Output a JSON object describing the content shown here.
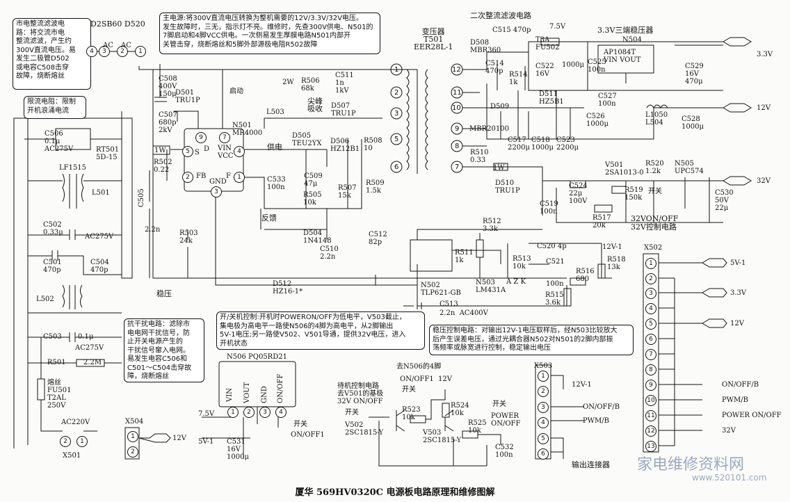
{
  "caption": "厦华 569HV0320C 电源板电路原理和维修图解",
  "section_titles": {
    "secondary": "二次整流滤波电路",
    "regulator33": "3.3V三端稳压器",
    "ctrl32": "32V控制电路",
    "output_conn": "输出连接器"
  },
  "notes": {
    "mains_filter": [
      "市电整流滤波电",
      "路：将交流市电",
      "整流滤波，产生约",
      "300V直流电压。易",
      "发生二极管D502",
      "或电容C508击穿",
      "故障，烧断熔丝"
    ],
    "limit": [
      "限流电阻：限制",
      "开机浪涌电流"
    ],
    "main_supply": [
      "主电源:将300V直流电压转换为整机需要的12V/3.3V/32V电压。",
      "发生故障时，三无，指示灯不亮。维修时，先查300V供电、N501的",
      "7脚启动和4脚VCC供电。一次侧易发生厚膜电路N501内部开",
      "关管击穿，烧断熔丝和5脚外部源极电阻R502故障"
    ],
    "emi": [
      "抗干扰电路：滤除市",
      "电电网干扰信号，防",
      "止开关电源产生的",
      "干扰信号窜入电网。",
      "易发生电容C506和",
      "C501～C504击穿故",
      "障，烧断熔丝"
    ],
    "onoff": [
      "开/关机控制:开机时POWERON/OFF为低电平，V503截止，",
      "集电极为高电平一路使N506的4脚为高电平，从2脚输出",
      "5V-1电压;另一路使V502、V501导通，提供32V电压，进入",
      "开机状态"
    ],
    "regulation": [
      "稳压控制电路：对输出12V-1电压取样后，经N503比较放大",
      "后产生误差电压，通过光耦合器N502对N501的2脚内部振",
      "荡频率或脉宽进行控制，稳定输出电压"
    ]
  },
  "labels": {
    "bridge": "D2SB60  D520",
    "ac": "AC",
    "c508": [
      "C508",
      "400V",
      "150μ"
    ],
    "d501": [
      "D501",
      "TRU1P"
    ],
    "qidong": "启动",
    "r506": [
      "R506",
      "68k"
    ],
    "c511": [
      "C511",
      "1n",
      "1kV"
    ],
    "jianfeng": [
      "尖峰",
      "吸收"
    ],
    "d507": [
      "D507",
      "TRU1P"
    ],
    "c507": [
      "C507",
      "680p",
      "2kV"
    ],
    "l503": "L503",
    "n501": [
      "N501",
      "MR4000"
    ],
    "d505": [
      "D505",
      "TEU2YX"
    ],
    "d506": [
      "D506",
      "HZ12B1"
    ],
    "r508": [
      "R508",
      "10"
    ],
    "gongdian": "供电",
    "r502": [
      "R502",
      "0.22"
    ],
    "onew": "1W",
    "twow": "2W",
    "vin": "VIN",
    "vcc": "VCC",
    "s": "S",
    "d": "D",
    "fb": "FB",
    "gnd": "GND",
    "f": "F",
    "c533": [
      "C533",
      "100n"
    ],
    "c509": [
      "C509",
      "47μ"
    ],
    "r505": [
      "R505",
      "10k"
    ],
    "r507": [
      "R507",
      "15k"
    ],
    "r509": [
      "R509",
      "1.5k"
    ],
    "fankui": "反馈",
    "d504": [
      "D504",
      "1N4148"
    ],
    "c510": [
      "C510",
      "2.2n"
    ],
    "c512": [
      "C512",
      "82p"
    ],
    "c505": [
      "C505",
      "2.2n"
    ],
    "r503": [
      "R503",
      "24k"
    ],
    "wenya": "稳压",
    "d512": [
      "D512",
      "HZ16-1*"
    ],
    "c513": [
      "C513",
      "2.2n",
      "AC400V"
    ],
    "t501": [
      "变压器",
      "T501",
      "EER28L-1"
    ],
    "d508": [
      "D508",
      "MBR360"
    ],
    "c515": "C515  470p",
    "c514": [
      "C514",
      "470p"
    ],
    "r514": [
      "R514",
      "1k"
    ],
    "d509": "D509",
    "d511": [
      "D511",
      "HZ5B1"
    ],
    "c522": [
      "C522",
      "16V"
    ],
    "t3a": [
      "T3A",
      "FU502"
    ],
    "v75": "7.5V",
    "c1000": "1000μ",
    "c525": [
      "C525",
      "100n"
    ],
    "n504": "N504",
    "ap1084": [
      "AP1084T",
      "VIN   VOUT"
    ],
    "c529": [
      "C529",
      "16V",
      "470μ"
    ],
    "out33": "3.3V",
    "c527": [
      "C527",
      "100n"
    ],
    "l1050": [
      "L1050",
      "L504"
    ],
    "out12": "12V",
    "c526": [
      "C526",
      "1000μ"
    ],
    "c528": [
      "C528",
      "1000μ"
    ],
    "mbr20100": "MBR20100",
    "c517": [
      "C517",
      "2200μ"
    ],
    "c518": [
      "C518",
      "1000μ"
    ],
    "c523": [
      "C523",
      "2200μ"
    ],
    "r510": [
      "R510",
      "0.33"
    ],
    "d510": [
      "D510",
      "TRU1P"
    ],
    "v501": [
      "V501",
      "2SA1013-0"
    ],
    "r520": [
      "R520",
      "1.2k"
    ],
    "n505": [
      "N505",
      "UPC574"
    ],
    "out32": "32V",
    "c524": [
      "C524",
      "22μ",
      "100V"
    ],
    "r519": [
      "R519",
      "150k"
    ],
    "kaiguan": "开关",
    "c519": [
      "C519",
      "100n"
    ],
    "r517": [
      "R517",
      "20k"
    ],
    "von": "32VON/OFF",
    "c530": [
      "C530",
      "50V",
      "22μ"
    ],
    "r512": [
      "R512",
      "3.3k"
    ],
    "r511": [
      "R511",
      "1k"
    ],
    "c520": "C520  4p",
    "v12_1": "12V-1",
    "r513": [
      "R513",
      "10k"
    ],
    "c521": "C521",
    "r518": [
      "R518",
      "13k"
    ],
    "r516": [
      "R516",
      "680"
    ],
    "n503": [
      "N503",
      "LM431A"
    ],
    "c521v": "100n",
    "r515": [
      "R515",
      "3.6k"
    ],
    "n502": [
      "N502",
      "TLP621-GB"
    ],
    "azk": [
      "A",
      "Z",
      "K"
    ],
    "c506": [
      "C506",
      "0.1μ",
      "AC275V"
    ],
    "rt501": [
      "RT501",
      "5D-15"
    ],
    "lf1515": "LF1515",
    "l501": "L501",
    "c502": [
      "C502",
      "0.33μ"
    ],
    "ac275v": "AC275V",
    "c501": [
      "C501",
      "470p"
    ],
    "c504": [
      "C504",
      "470p"
    ],
    "l502": "L502",
    "c503": [
      "C503",
      "0.1μ"
    ],
    "r501": "R501",
    "r501v": "2.2M",
    "fuse": [
      "熔丝",
      "FU501",
      "T2AL",
      "250V"
    ],
    "ac220": "AC220V",
    "x501": "X501",
    "n506": "N506  PQ05RD21",
    "n506pins": [
      "VIN",
      "VOUT",
      "GND",
      "ON/OFF"
    ],
    "v75b": "7.5V",
    "v5_1": "5V-1",
    "c531": [
      "C531",
      "16V",
      "1000μ"
    ],
    "onoff1": "ON/OFF1",
    "x504": "X504",
    "x504v": "12V",
    "v502note": [
      "待机控制电路",
      "去V501的基极",
      "32V  ON/OFF"
    ],
    "v502": [
      "V502",
      "2SC1815-Y"
    ],
    "r523": [
      "R523",
      "10k"
    ],
    "n506pin4": "去N506的4脚",
    "onoff1b": "ON/OFF1",
    "v12b": "12V",
    "r524": [
      "R524",
      "10k"
    ],
    "v503": [
      "V503",
      "2SC1815-Y"
    ],
    "r525": [
      "R525",
      "10k"
    ],
    "power": [
      "POWER",
      "ON/OFF"
    ],
    "c532": [
      "C532",
      "100n"
    ],
    "x503": "X503",
    "x503v": [
      "12V-1",
      "ON/OFF/B",
      "PWM/B"
    ],
    "x502": "X502",
    "x502pins": [
      "1",
      "2",
      "3",
      "4",
      "5",
      "6",
      "7",
      "8",
      "9",
      "10",
      "11",
      "12",
      "13"
    ],
    "x502out": [
      "5V-1",
      "3.3V",
      "12V",
      "ON/OFF/B",
      "PWM/B",
      "POWER ON/OFF",
      "32V"
    ],
    "watermark": [
      "家电维修资料网",
      "www.520101.com"
    ]
  }
}
